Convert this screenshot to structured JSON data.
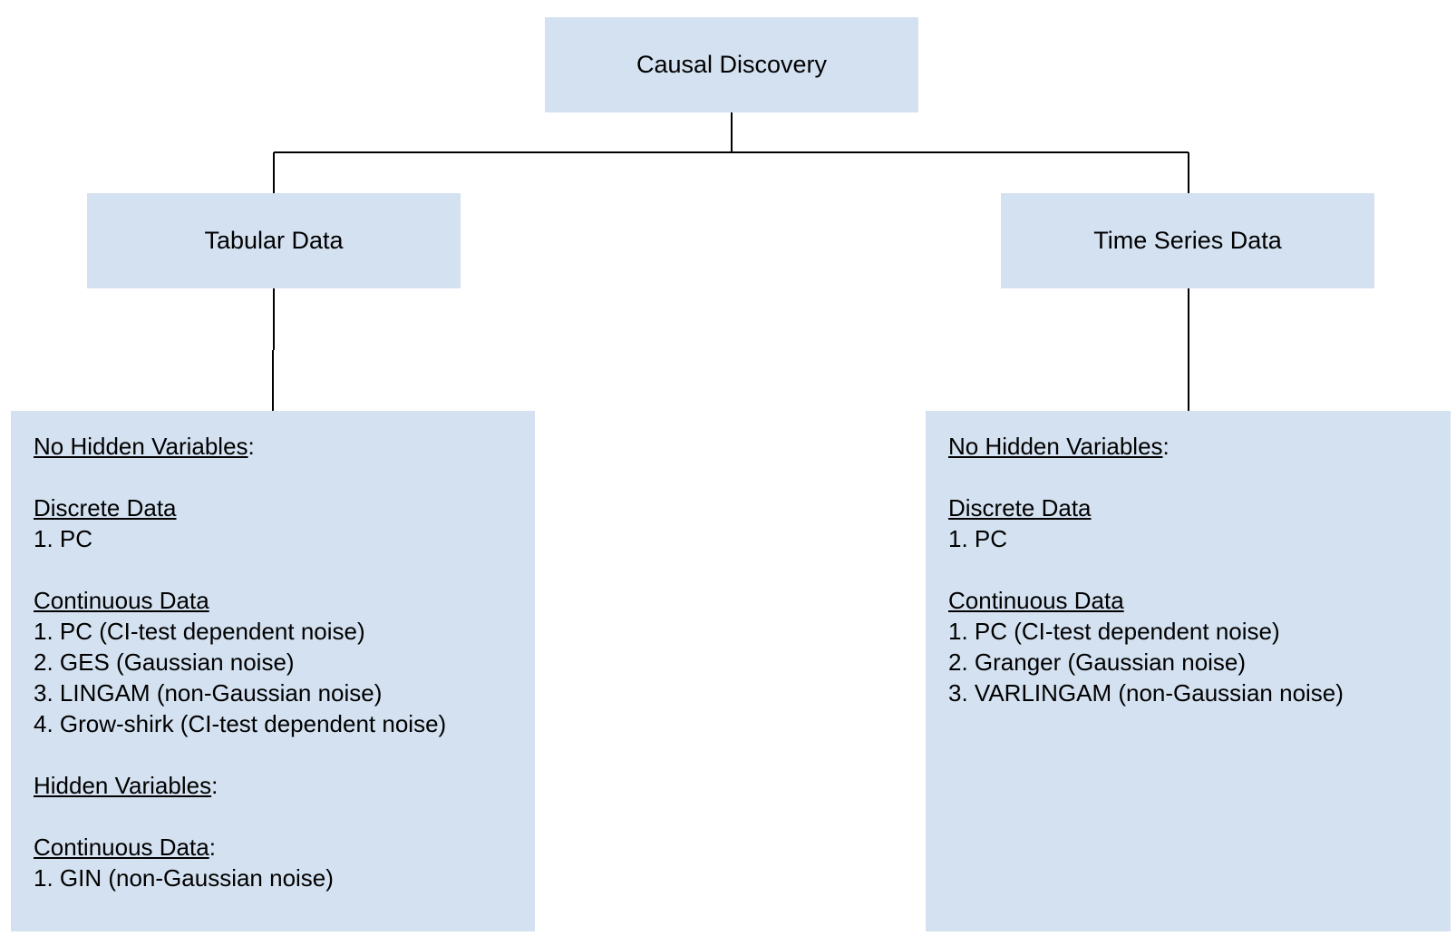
{
  "root": {
    "label": "Causal Discovery"
  },
  "branches": {
    "tabular": {
      "label": "Tabular Data",
      "no_hidden": {
        "title": "No Hidden Variables",
        "suffix": ":",
        "discrete": {
          "title": "Discrete Data",
          "items": [
            "1. PC"
          ]
        },
        "continuous": {
          "title": "Continuous Data",
          "items": [
            "1. PC (CI-test dependent noise)",
            "2. GES (Gaussian noise)",
            "3. LINGAM (non-Gaussian noise)",
            "4. Grow-shirk (CI-test dependent noise)"
          ]
        }
      },
      "hidden": {
        "title": "Hidden Variables",
        "suffix": ":",
        "continuous": {
          "title": "Continuous Data",
          "suffix": ":",
          "items": [
            "1. GIN (non-Gaussian noise)"
          ]
        }
      }
    },
    "timeseries": {
      "label": "Time Series Data",
      "no_hidden": {
        "title": "No Hidden Variables",
        "suffix": ":",
        "discrete": {
          "title": "Discrete Data",
          "items": [
            "1. PC"
          ]
        },
        "continuous": {
          "title": "Continuous Data",
          "items": [
            "1. PC (CI-test dependent noise)",
            "2. Granger (Gaussian noise)",
            "3. VARLINGAM (non-Gaussian noise)"
          ]
        }
      }
    }
  },
  "colors": {
    "box_fill": "#d4e1f0",
    "connector": "#000000"
  }
}
